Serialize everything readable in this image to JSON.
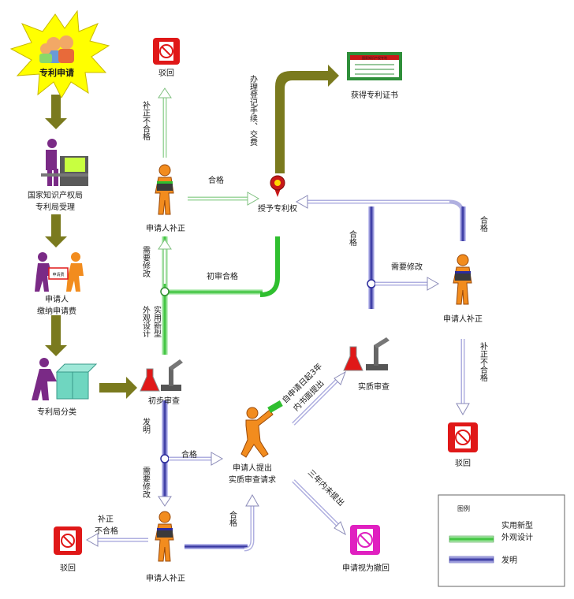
{
  "nodes": {
    "apply": "专利申请",
    "accept_line1": "国家知识产权局",
    "accept_line2": "专利局受理",
    "pay_line1": "申请人",
    "pay_line2": "缴纳申请费",
    "pay_paper": "申请费",
    "classify": "专利局分类",
    "prelim": "初步审查",
    "substantive_request_line1": "申请人提出",
    "substantive_request_line2": "实质审查请求",
    "substantive_exam": "实质审查",
    "grant": "授予专利权",
    "certificate": "获得专利证书",
    "cert_title": "国家知识产权专利",
    "reject_top": "驳回",
    "reject_right": "驳回",
    "reject_bottom": "驳回",
    "withdrawn": "申请视为撤回",
    "supplement_top": "申请人补正",
    "supplement_right": "申请人补正",
    "supplement_bottom": "申请人补正"
  },
  "edges": {
    "qualified_top": "合格",
    "prelim_qualified": "初审合格",
    "register_fee": "办理登记手续、交费",
    "supp_unqualified_top": "补正不合格",
    "needs_edit_top": "需要修改",
    "utility_design": "实用新型外观设计",
    "invention": "发明",
    "qualified_mid": "合格",
    "needs_edit_bottom": "需要修改",
    "supp_unqualified_bottom": "补正不合格",
    "qualified_bottom": "合格",
    "within_3y": "自申请日起3年内书面提出",
    "not_within_3y": "三年内未提出",
    "qualified_sub": "合格",
    "needs_edit_right": "需要修改",
    "qualified_right": "合格",
    "supp_unqualified_right": "补正不合格"
  },
  "legend": {
    "title": "图例",
    "utility_line1": "实用新型",
    "utility_line2": "外观设计",
    "invention": "发明"
  },
  "colors": {
    "olive": "#7a7a1e",
    "green_track": "#3cc43c",
    "blue_track": "#3a3aa8",
    "red_icon": "#e01818",
    "magenta_icon": "#e020c0",
    "person_orange": "#f28c1e",
    "person_purple": "#7a2a86",
    "burst_yellow": "#ffff00"
  }
}
